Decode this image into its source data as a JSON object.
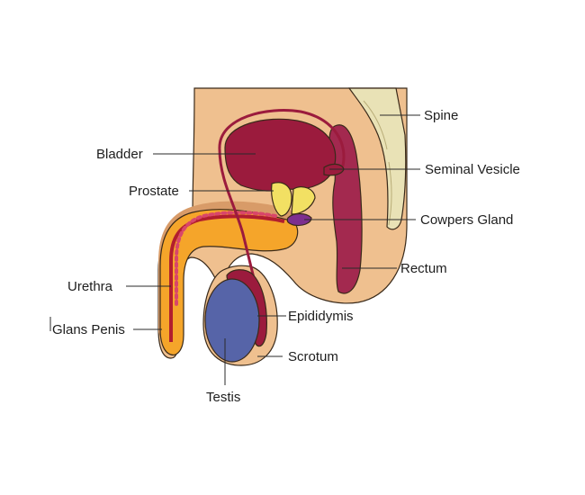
{
  "labels": {
    "spine": "Spine",
    "bladder": "Bladder",
    "seminal_vesicle": "Seminal Vesicle",
    "prostate": "Prostate",
    "cowpers_gland": "Cowpers Gland",
    "rectum": "Rectum",
    "urethra": "Urethra",
    "epididymis": "Epididymis",
    "glans_penis": "Glans Penis",
    "scrotum": "Scrotum",
    "testis": "Testis"
  },
  "colors": {
    "skin": "#EFC08F",
    "bladder": "#9B1B3D",
    "rectum": "#A3294F",
    "spine": "#E9E2B6",
    "prostate": "#F2E063",
    "cowpers_gland": "#7D2F8F",
    "penis": "#F5A52A",
    "urethra_line": "#B21E2E",
    "urethra_dots": "#D9466A",
    "testis": "#5664A8",
    "epididymis": "#9B1B3D"
  }
}
